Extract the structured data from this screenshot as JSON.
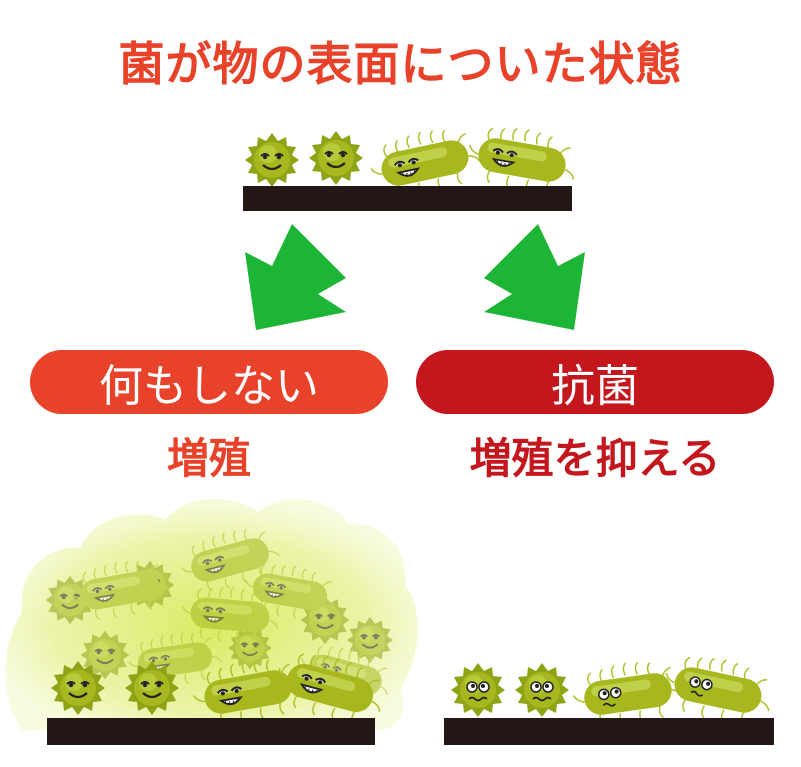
{
  "title": "菌が物の表面についた状態",
  "branches": [
    {
      "label": "何もしない",
      "result": "増殖"
    },
    {
      "label": "抗菌",
      "result": "増殖を抑える"
    }
  ],
  "colors": {
    "title": "#e8432a",
    "no_action": "#e8432a",
    "antibacterial": "#c4161d",
    "arrow": "#1cb535",
    "surface": "#231815",
    "bacteria": "#a6b81e",
    "cloud": "#e4ef8f"
  }
}
